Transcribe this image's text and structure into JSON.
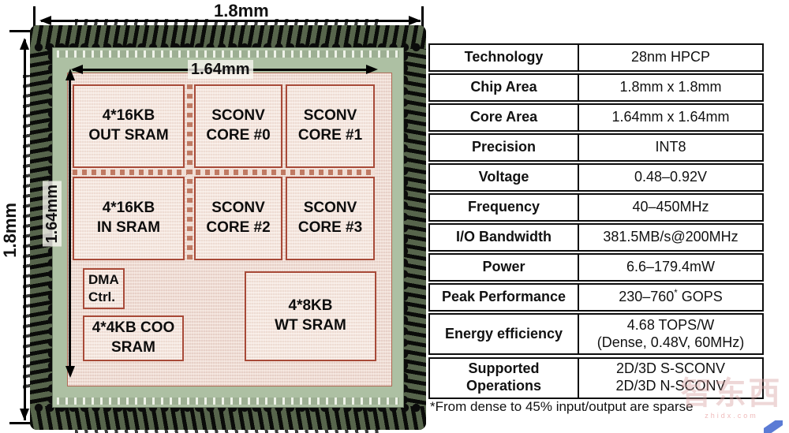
{
  "figure": {
    "dimensions": {
      "chip_width": "1.8mm",
      "chip_height": "1.8mm",
      "core_width": "1.64mm",
      "core_height": "1.64mm"
    },
    "die_blocks": [
      {
        "id": "out-sram",
        "lines": [
          "4*16KB",
          "OUT SRAM"
        ]
      },
      {
        "id": "sconv-core-0",
        "lines": [
          "SCONV",
          "CORE #0"
        ]
      },
      {
        "id": "sconv-core-1",
        "lines": [
          "SCONV",
          "CORE #1"
        ]
      },
      {
        "id": "in-sram",
        "lines": [
          "4*16KB",
          "IN SRAM"
        ]
      },
      {
        "id": "sconv-core-2",
        "lines": [
          "SCONV",
          "CORE #2"
        ]
      },
      {
        "id": "sconv-core-3",
        "lines": [
          "SCONV",
          "CORE #3"
        ]
      },
      {
        "id": "dma-ctrl",
        "lines": [
          "DMA",
          "Ctrl."
        ]
      },
      {
        "id": "coo-sram",
        "lines": [
          "4*4KB COO",
          "SRAM"
        ]
      },
      {
        "id": "wt-sram",
        "lines": [
          "4*8KB",
          "WT SRAM"
        ]
      }
    ]
  },
  "spec_table": {
    "rows": [
      {
        "id": "technology",
        "label_lines": [
          "Technology"
        ],
        "value_lines": [
          "28nm HPCP"
        ]
      },
      {
        "id": "chip-area",
        "label_lines": [
          "Chip Area"
        ],
        "value_lines": [
          "1.8mm x 1.8mm"
        ]
      },
      {
        "id": "core-area",
        "label_lines": [
          "Core Area"
        ],
        "value_lines": [
          "1.64mm x 1.64mm"
        ]
      },
      {
        "id": "precision",
        "label_lines": [
          "Precision"
        ],
        "value_lines": [
          "INT8"
        ]
      },
      {
        "id": "voltage",
        "label_lines": [
          "Voltage"
        ],
        "value_lines": [
          "0.48–0.92V"
        ]
      },
      {
        "id": "frequency",
        "label_lines": [
          "Frequency"
        ],
        "value_lines": [
          "40–450MHz"
        ]
      },
      {
        "id": "io-bandwidth",
        "label_lines": [
          "I/O Bandwidth"
        ],
        "value_lines": [
          "381.5MB/s@200MHz"
        ]
      },
      {
        "id": "power",
        "label_lines": [
          "Power"
        ],
        "value_lines": [
          "6.6–179.4mW"
        ]
      },
      {
        "id": "peak-performance",
        "label_lines": [
          "Peak Performance"
        ],
        "value_lines": [
          {
            "pre": "230–760",
            "sup": "*",
            "post": " GOPS"
          }
        ]
      },
      {
        "id": "energy-efficiency",
        "tall": true,
        "label_lines": [
          "Energy efficiency"
        ],
        "value_lines": [
          "4.68 TOPS/W",
          "(Dense, 0.48V, 60MHz)"
        ]
      },
      {
        "id": "supported-operations",
        "tall": true,
        "label_lines": [
          "Supported",
          "Operations"
        ],
        "value_lines": [
          "2D/3D S-SCONV",
          "2D/3D N-SCONV"
        ]
      }
    ],
    "footnote": "*From dense to 45% input/output are sparse"
  },
  "watermark": {
    "text": "智东西",
    "subtext": "zhidx.com"
  },
  "colors": {
    "block_border": "#a84a38",
    "core_fill": "#f0ddd4",
    "pad_ring_green": "#adc0a3",
    "wire_black": "#0a0b09",
    "table_border": "#0d0d0d",
    "watermark_pink": "#d6a0a0",
    "accent_blue": "#5b7bd5"
  }
}
